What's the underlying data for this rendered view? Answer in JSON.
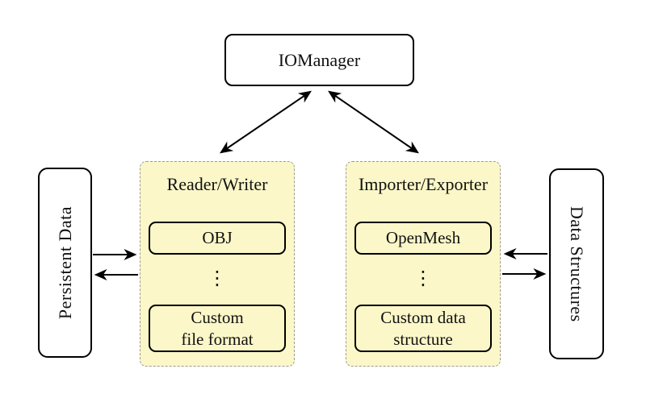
{
  "diagram": {
    "nodes": {
      "io_manager": {
        "label": "IOManager"
      },
      "persistent_data": {
        "label": "Persistent Data"
      },
      "data_structures": {
        "label": "Data Structures"
      },
      "reader_writer": {
        "title": "Reader/Writer",
        "item_top": {
          "label": "OBJ"
        },
        "ellipsis": "⋮",
        "item_bottom": {
          "line1": "Custom",
          "line2": "file format"
        }
      },
      "importer_exporter": {
        "title": "Importer/Exporter",
        "item_top": {
          "label": "OpenMesh"
        },
        "ellipsis": "⋮",
        "item_bottom": {
          "line1": "Custom data",
          "line2": "structure"
        }
      }
    },
    "arrows": [
      {
        "name": "iomanager-readerwriter",
        "direction": "both"
      },
      {
        "name": "iomanager-importerexporter",
        "direction": "both"
      },
      {
        "name": "persistentdata-to-readerwriter",
        "direction": "right"
      },
      {
        "name": "readerwriter-to-persistentdata",
        "direction": "left"
      },
      {
        "name": "datastructures-to-importerexporter",
        "direction": "left"
      },
      {
        "name": "importerexporter-to-datastructures",
        "direction": "right"
      }
    ],
    "colors": {
      "background": "#ffffff",
      "panel_fill": "#fbf7c8",
      "panel_border": "#9a9a9a",
      "node_border": "#000000",
      "arrow": "#000000"
    }
  }
}
